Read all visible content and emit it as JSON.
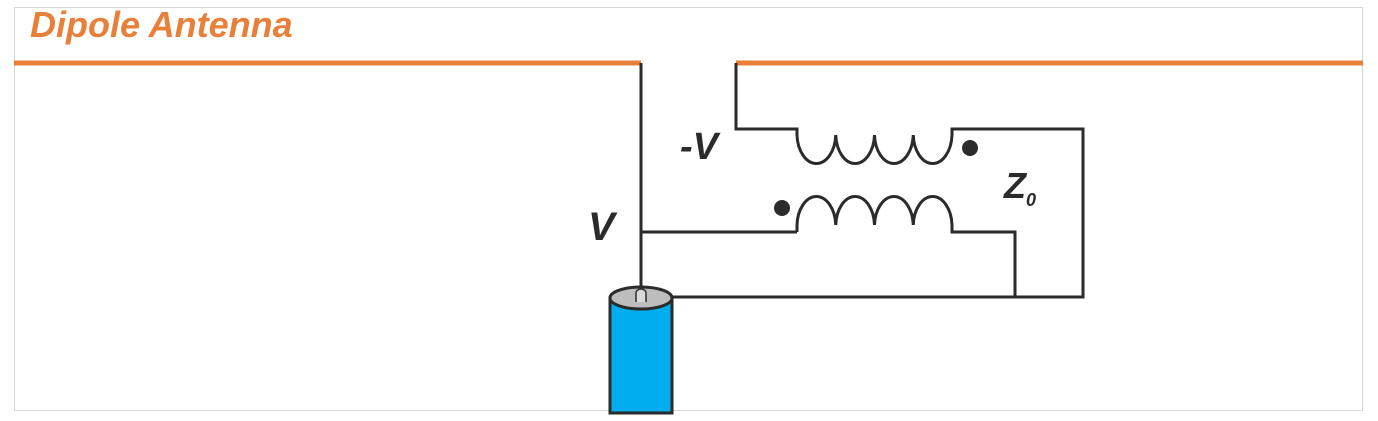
{
  "title": "Dipole Antenna",
  "labels": {
    "v": "V",
    "neg_v": "-V",
    "z": "Z",
    "z_sub": "0"
  },
  "colors": {
    "accent": "#E8803A",
    "cable": "#00AEEF",
    "wire": "#2b2b2b"
  }
}
